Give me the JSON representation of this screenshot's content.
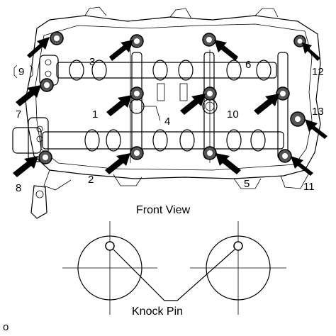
{
  "diagram": {
    "bolt_numbers": [
      "1",
      "2",
      "3",
      "4",
      "5",
      "6",
      "7",
      "8",
      "9",
      "10",
      "11",
      "12",
      "13"
    ],
    "view_label": "Front View",
    "knock_pin_label": "Knock Pin",
    "corner_mark": "o"
  }
}
